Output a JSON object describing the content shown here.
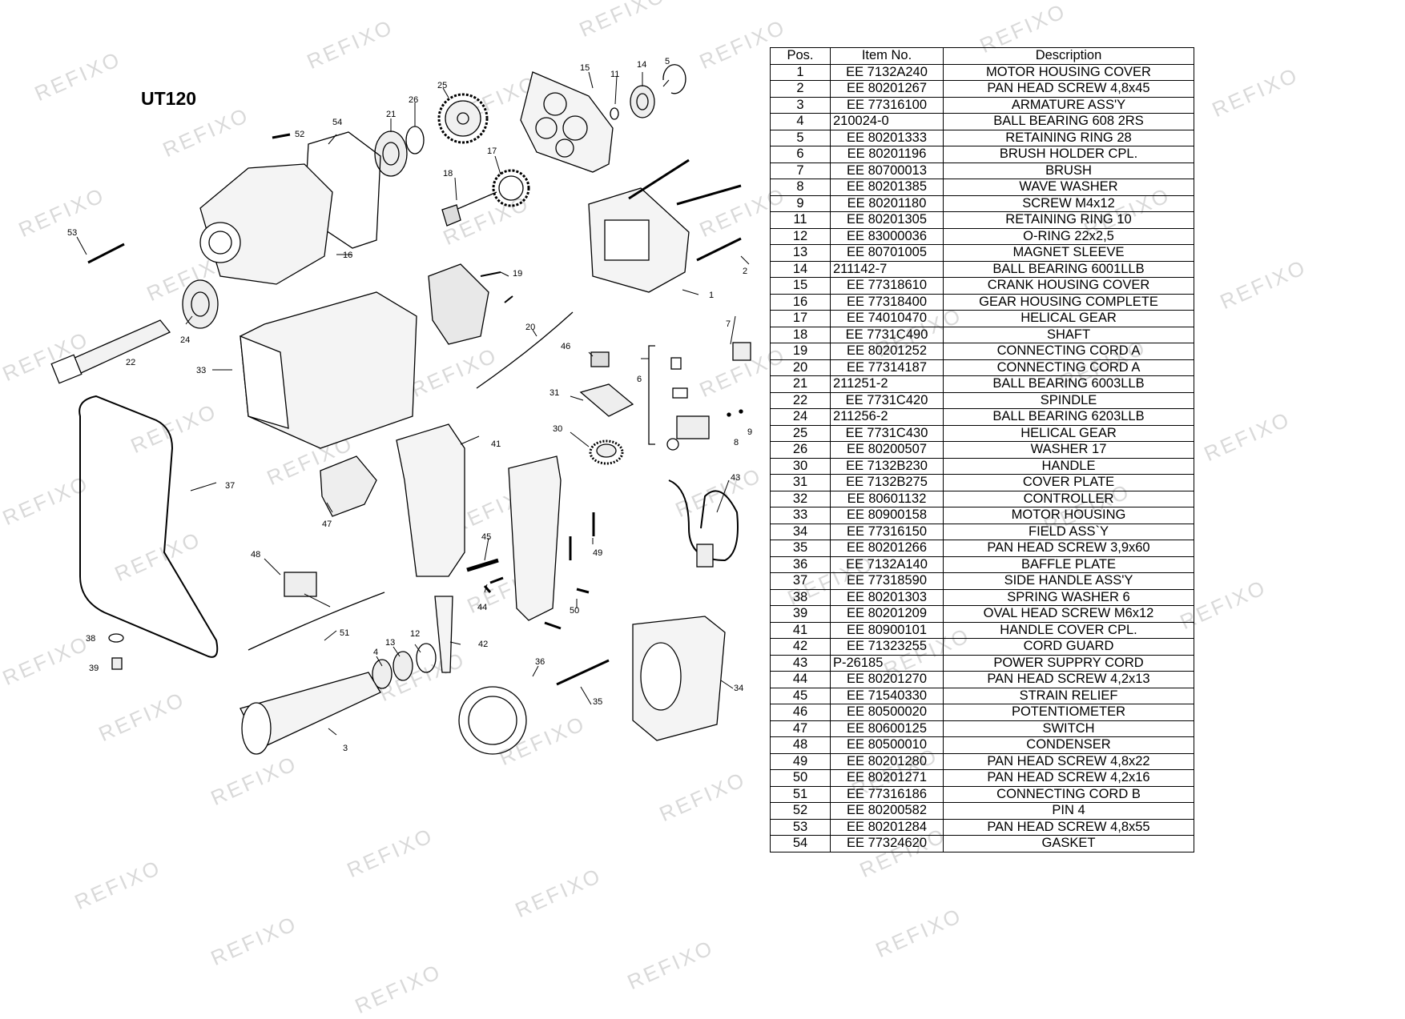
{
  "title": "UT120",
  "watermark": "REFIXO",
  "callouts": [
    "1",
    "2",
    "3",
    "4",
    "5",
    "6",
    "8",
    "9",
    "7",
    "11",
    "12",
    "13",
    "14",
    "15",
    "16",
    "17",
    "18",
    "19",
    "20",
    "21",
    "22",
    "24",
    "25",
    "26",
    "30",
    "31",
    "33",
    "34",
    "35",
    "36",
    "37",
    "38",
    "39",
    "41",
    "42",
    "43",
    "44",
    "45",
    "46",
    "47",
    "48",
    "49",
    "50",
    "51",
    "52",
    "53",
    "54"
  ],
  "table": {
    "headers": {
      "pos": "Pos.",
      "item": "Item No.",
      "desc": "Description"
    },
    "rows": [
      {
        "pos": "1",
        "item": "EE 7132A240",
        "desc": "MOTOR HOUSING COVER",
        "align": "center"
      },
      {
        "pos": "2",
        "item": "EE 80201267",
        "desc": "PAN HEAD SCREW 4,8x45",
        "align": "center"
      },
      {
        "pos": "3",
        "item": "EE 77316100",
        "desc": "ARMATURE ASS'Y",
        "align": "center"
      },
      {
        "pos": "4",
        "item": "210024-0",
        "desc": "BALL BEARING 608 2RS",
        "align": "left"
      },
      {
        "pos": "5",
        "item": "EE 80201333",
        "desc": "RETAINING RING 28",
        "align": "center"
      },
      {
        "pos": "6",
        "item": "EE 80201196",
        "desc": "BRUSH HOLDER CPL.",
        "align": "center"
      },
      {
        "pos": "7",
        "item": "EE 80700013",
        "desc": "BRUSH",
        "align": "center"
      },
      {
        "pos": "8",
        "item": "EE 80201385",
        "desc": "WAVE WASHER",
        "align": "center"
      },
      {
        "pos": "9",
        "item": "EE 80201180",
        "desc": "SCREW M4x12",
        "align": "center"
      },
      {
        "pos": "11",
        "item": "EE 80201305",
        "desc": "RETAINING RING 10",
        "align": "center"
      },
      {
        "pos": "12",
        "item": "EE 83000036",
        "desc": "O-RING 22x2,5",
        "align": "center"
      },
      {
        "pos": "13",
        "item": "EE 80701005",
        "desc": "MAGNET SLEEVE",
        "align": "center"
      },
      {
        "pos": "14",
        "item": "211142-7",
        "desc": "BALL BEARING 6001LLB",
        "align": "left"
      },
      {
        "pos": "15",
        "item": "EE 77318610",
        "desc": "CRANK HOUSING COVER",
        "align": "center"
      },
      {
        "pos": "16",
        "item": "EE 77318400",
        "desc": "GEAR HOUSING COMPLETE",
        "align": "center"
      },
      {
        "pos": "17",
        "item": "EE 74010470",
        "desc": "HELICAL GEAR",
        "align": "center"
      },
      {
        "pos": "18",
        "item": "EE 7731C490",
        "desc": "SHAFT",
        "align": "center"
      },
      {
        "pos": "19",
        "item": "EE 80201252",
        "desc": "CONNECTING CORD  A",
        "align": "center"
      },
      {
        "pos": "20",
        "item": "EE 77314187",
        "desc": "CONNECTING CORD  A",
        "align": "center"
      },
      {
        "pos": "21",
        "item": "211251-2",
        "desc": "BALL BEARING 6003LLB",
        "align": "left"
      },
      {
        "pos": "22",
        "item": "EE 7731C420",
        "desc": "SPINDLE",
        "align": "center"
      },
      {
        "pos": "24",
        "item": "211256-2",
        "desc": "BALL BEARING 6203LLB",
        "align": "left"
      },
      {
        "pos": "25",
        "item": "EE 7731C430",
        "desc": "HELICAL GEAR",
        "align": "center"
      },
      {
        "pos": "26",
        "item": "EE 80200507",
        "desc": "WASHER 17",
        "align": "center"
      },
      {
        "pos": "30",
        "item": "EE 7132B230",
        "desc": "HANDLE",
        "align": "center"
      },
      {
        "pos": "31",
        "item": "EE 7132B275",
        "desc": "COVER PLATE",
        "align": "center"
      },
      {
        "pos": "32",
        "item": "EE 80601132",
        "desc": "CONTROLLER",
        "align": "center"
      },
      {
        "pos": "33",
        "item": "EE 80900158",
        "desc": "MOTOR HOUSING",
        "align": "center"
      },
      {
        "pos": "34",
        "item": "EE 77316150",
        "desc": "FIELD ASS`Y",
        "align": "center"
      },
      {
        "pos": "35",
        "item": "EE 80201266",
        "desc": "PAN HEAD SCREW 3,9x60",
        "align": "center"
      },
      {
        "pos": "36",
        "item": "EE 7132A140",
        "desc": "BAFFLE PLATE",
        "align": "center"
      },
      {
        "pos": "37",
        "item": "EE 77318590",
        "desc": "SIDE HANDLE ASS'Y",
        "align": "center"
      },
      {
        "pos": "38",
        "item": "EE 80201303",
        "desc": "SPRING WASHER 6",
        "align": "center"
      },
      {
        "pos": "39",
        "item": "EE 80201209",
        "desc": "OVAL HEAD SCREW M6x12",
        "align": "center"
      },
      {
        "pos": "41",
        "item": "EE 80900101",
        "desc": "HANDLE COVER CPL.",
        "align": "center"
      },
      {
        "pos": "42",
        "item": "EE 71323255",
        "desc": "CORD GUARD",
        "align": "center"
      },
      {
        "pos": "43",
        "item": "P-26185",
        "desc": "POWER SUPPRY CORD",
        "align": "left"
      },
      {
        "pos": "44",
        "item": "EE 80201270",
        "desc": "PAN HEAD SCREW 4,2x13",
        "align": "center"
      },
      {
        "pos": "45",
        "item": "EE 71540330",
        "desc": "STRAIN RELIEF",
        "align": "center"
      },
      {
        "pos": "46",
        "item": "EE 80500020",
        "desc": "POTENTIOMETER",
        "align": "center"
      },
      {
        "pos": "47",
        "item": "EE 80600125",
        "desc": "SWITCH",
        "align": "center"
      },
      {
        "pos": "48",
        "item": "EE 80500010",
        "desc": "CONDENSER",
        "align": "center"
      },
      {
        "pos": "49",
        "item": "EE 80201280",
        "desc": "PAN HEAD SCREW 4,8x22",
        "align": "center"
      },
      {
        "pos": "50",
        "item": "EE 80201271",
        "desc": "PAN HEAD SCREW 4,2x16",
        "align": "center"
      },
      {
        "pos": "51",
        "item": "EE 77316186",
        "desc": "CONNECTING CORD  B",
        "align": "center"
      },
      {
        "pos": "52",
        "item": "EE 80200582",
        "desc": "PIN 4",
        "align": "center"
      },
      {
        "pos": "53",
        "item": "EE 80201284",
        "desc": "PAN HEAD SCREW 4,8x55",
        "align": "center"
      },
      {
        "pos": "54",
        "item": "EE 77324620",
        "desc": "GASKET",
        "align": "center"
      }
    ]
  }
}
